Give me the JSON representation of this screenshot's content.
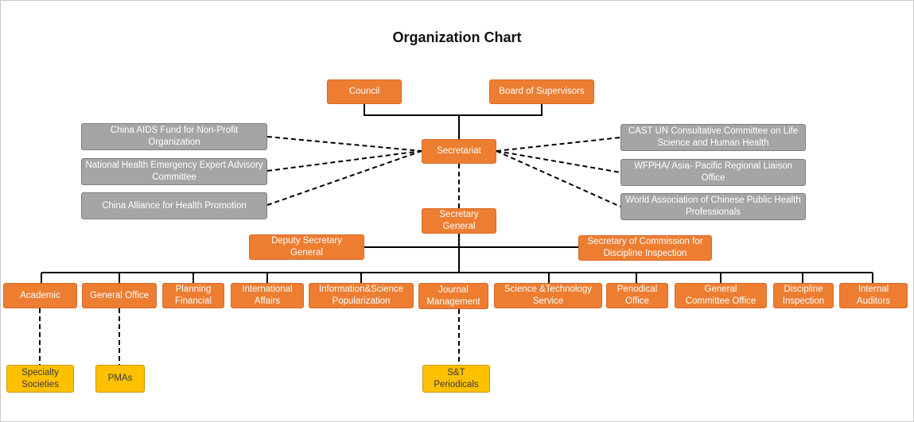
{
  "title": "Organization Chart",
  "colors": {
    "orange": "#ed7d31",
    "gray": "#a5a5a5",
    "yellow": "#ffc000",
    "line": "#000000"
  },
  "nodes": {
    "council": "Council",
    "board_of_supervisors": "Board of Supervisors",
    "secretariat": "Secretariat",
    "china_aids_fund": "China AIDS Fund for Non-Profit Organization",
    "national_health_emergency": "National Health Emergency Expert Advisory\nCommittee",
    "china_alliance": "China Alliance for Health Promotion",
    "cast_un": "CAST UN Consultative Committee on Life\nScience and Human Health",
    "wfpha": "WFPHA/ Asia- Pacific Regional Liaison Office",
    "world_association": "World Association of Chinese Public Health\nProfessionals",
    "secretary_general": "Secretary\nGeneral",
    "deputy_secretary_general": "Deputy Secretary\nGeneral",
    "secretary_commission": "Secretary of Commission for\nDiscipline Inspection",
    "academic": "Academic",
    "general_office": "General Office",
    "planning_financial": "Planning\nFinancial",
    "international_affairs": "International\nAffairs",
    "information_science": "Information&Science\nPopularization",
    "journal_management": "Journal\nManagement",
    "science_technology": "Science &Technology\nService",
    "periodical_office": "Periodical\nOffice",
    "general_committee_office": "General\nCommittee Office",
    "discipline_inspection": "Discipline\nInspection",
    "internal_auditors": "Internal\nAuditors",
    "specialty_societies": "Specialty\nSocieties",
    "pmas": "PMAs",
    "st_periodicals": "S&T\nPeriodicals"
  }
}
